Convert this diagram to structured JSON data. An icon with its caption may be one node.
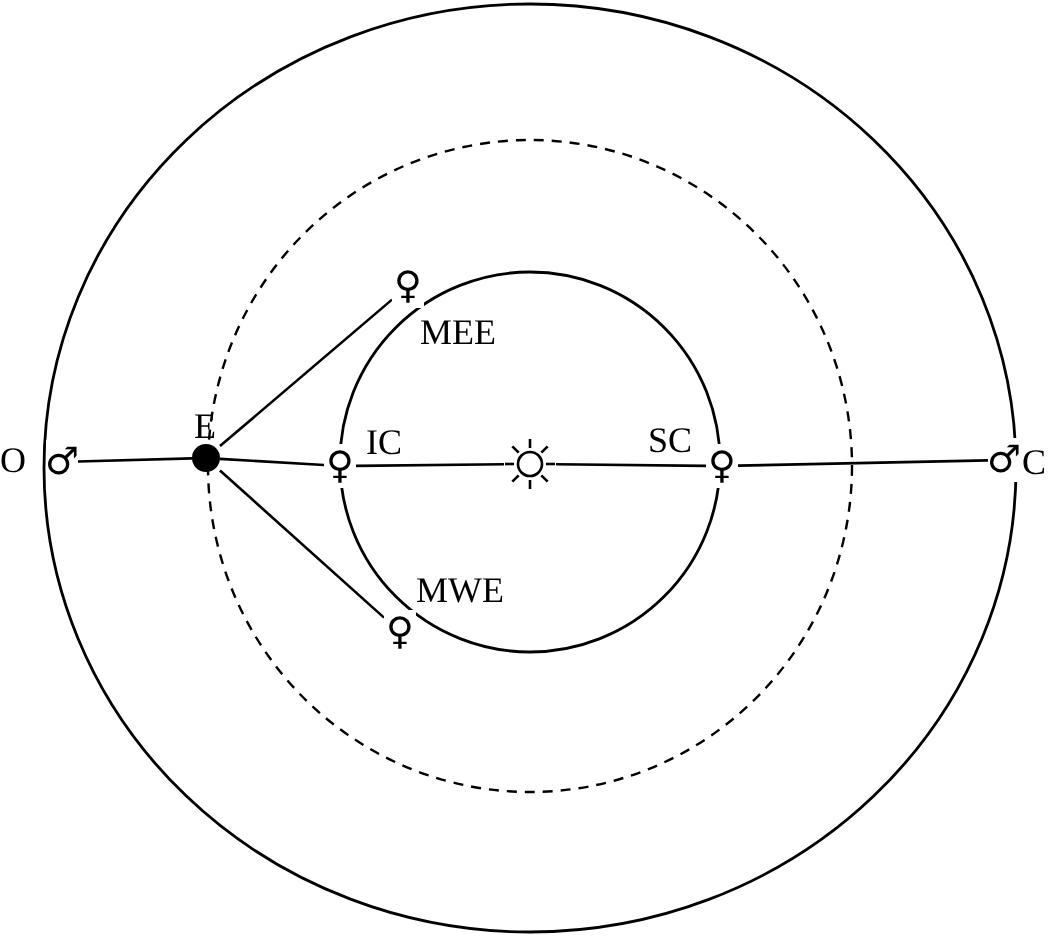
{
  "diagram": {
    "nodes": [
      {
        "text": [
          "♀"
        ],
        "beside": [
          "MEE"
        ]
      },
      {
        "text": [
          "♂"
        ],
        "beside": [
          "O"
        ]
      },
      {
        "text": [],
        "shape": "circle",
        "beside": [
          "E"
        ]
      },
      {
        "text": [
          "♀"
        ],
        "beside": [
          "IC"
        ]
      },
      {
        "text": [],
        "shape": "sun"
      },
      {
        "text": [
          "♀"
        ],
        "beside": [
          "SC"
        ]
      },
      {
        "text": [
          "♂"
        ],
        "beside": [
          "C"
        ]
      },
      {
        "text": [
          "♀"
        ],
        "beside": [
          "MWE"
        ]
      }
    ],
    "edges": [
      {
        "from": 1,
        "to": 2,
        "arrow": "none"
      },
      {
        "from": 2,
        "to": 3,
        "arrow": "none"
      },
      {
        "from": 3,
        "to": 4,
        "arrow": "none"
      },
      {
        "from": 4,
        "to": 5,
        "arrow": "none"
      },
      {
        "from": 5,
        "to": 6,
        "arrow": "none"
      },
      {
        "from": 2,
        "to": 0,
        "arrow": "none"
      },
      {
        "from": 2,
        "to": 7,
        "arrow": "none"
      }
    ]
  }
}
